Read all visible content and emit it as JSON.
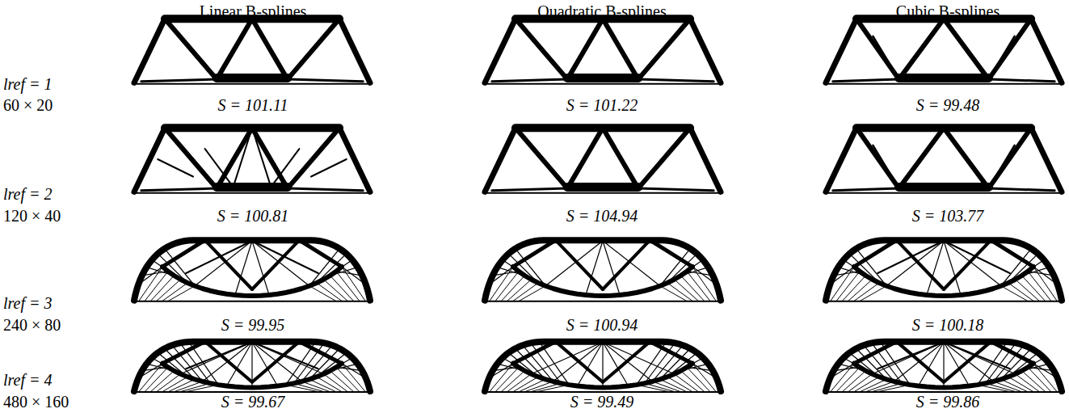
{
  "diagram": {
    "labels": [
      "Linear B-splines",
      "Quadratic B-splines",
      "Cubic B-splines",
      "lref = 1",
      "60 × 20",
      "S = 101.11",
      "S = 101.22",
      "S = 99.48",
      "lref = 2",
      "120 × 40",
      "S = 100.81",
      "S = 104.94",
      "S = 103.77",
      "lref = 3",
      "240 × 80",
      "S = 99.95",
      "S = 100.94",
      "S = 100.18",
      "lref = 4",
      "480 × 160",
      "S = 99.67",
      "S = 99.49",
      "S = 99.86"
    ]
  }
}
